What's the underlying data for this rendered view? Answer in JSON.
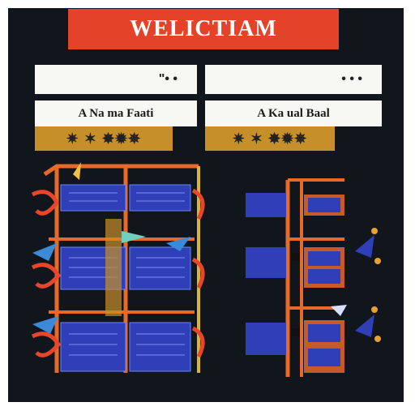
{
  "banner": {
    "title": "WELICTIAM"
  },
  "fields": [
    {
      "value": "\"• •"
    },
    {
      "value": "• • •"
    }
  ],
  "headers": [
    {
      "label": "A Na ma Faati",
      "sub": "✷ ✶ ✸✹✵"
    },
    {
      "label": "A Ka ual Baal",
      "sub": "✷ ✶ ✸✹✵"
    }
  ],
  "colors": {
    "banner": "#e4432a",
    "gold": "#c78f2a",
    "blue": "#2e3fb8",
    "orange": "#e86a2a"
  },
  "icons": [
    "server-rack-icon",
    "blue-flag-icon"
  ]
}
